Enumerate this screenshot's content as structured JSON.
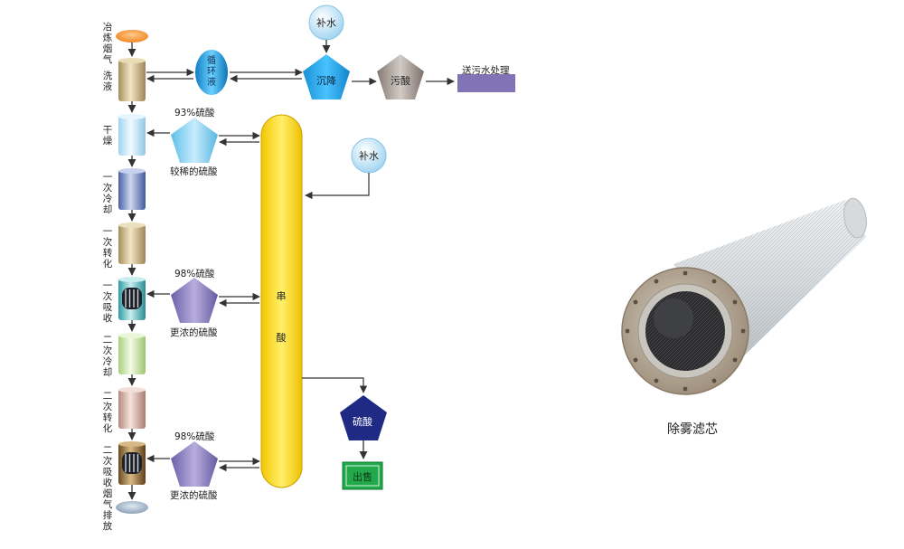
{
  "process_steps": [
    {
      "label": "冶炼烟气",
      "tag": "start"
    },
    {
      "label": "洗液",
      "tag": "wash"
    },
    {
      "label": "干燥",
      "tag": "dry"
    },
    {
      "label": "一次冷却",
      "tag": "cool1"
    },
    {
      "label": "一次转化",
      "tag": "conv1"
    },
    {
      "label": "一次吸收",
      "tag": "abs1"
    },
    {
      "label": "二次冷却",
      "tag": "cool2"
    },
    {
      "label": "二次转化",
      "tag": "conv2"
    },
    {
      "label": "二次吸收",
      "tag": "abs2"
    },
    {
      "label": "烟气排放",
      "tag": "end"
    }
  ],
  "nodes": {
    "circulating_liquid": "循环液",
    "settling": "沉降",
    "makeup_water_top": "补水",
    "waste_acid": "污酸",
    "to_sewage": "送污水处理",
    "acid_93": "93%硫酸",
    "dilute_acid": "较稀的硫酸",
    "makeup_water_mid": "补水",
    "acid_98_a": "98%硫酸",
    "conc_acid_a": "更浓的硫酸",
    "acid_98_b": "98%硫酸",
    "conc_acid_b": "更浓的硫酸",
    "cross_acid": "串酸",
    "sulfuric_acid": "硫酸",
    "sell": "出售"
  },
  "photo_caption": "除雾滤芯",
  "colors": {
    "orange": "#f08a1e",
    "cyan": "#11a6e8",
    "light_blue": "#cfeaf6",
    "yellow_column": "#f7dc1a",
    "purple": "#8273b6",
    "navy": "#1f2a84",
    "green": "#23a84b",
    "gray_pentagon": "#8f847e",
    "arrow": "#333333"
  }
}
